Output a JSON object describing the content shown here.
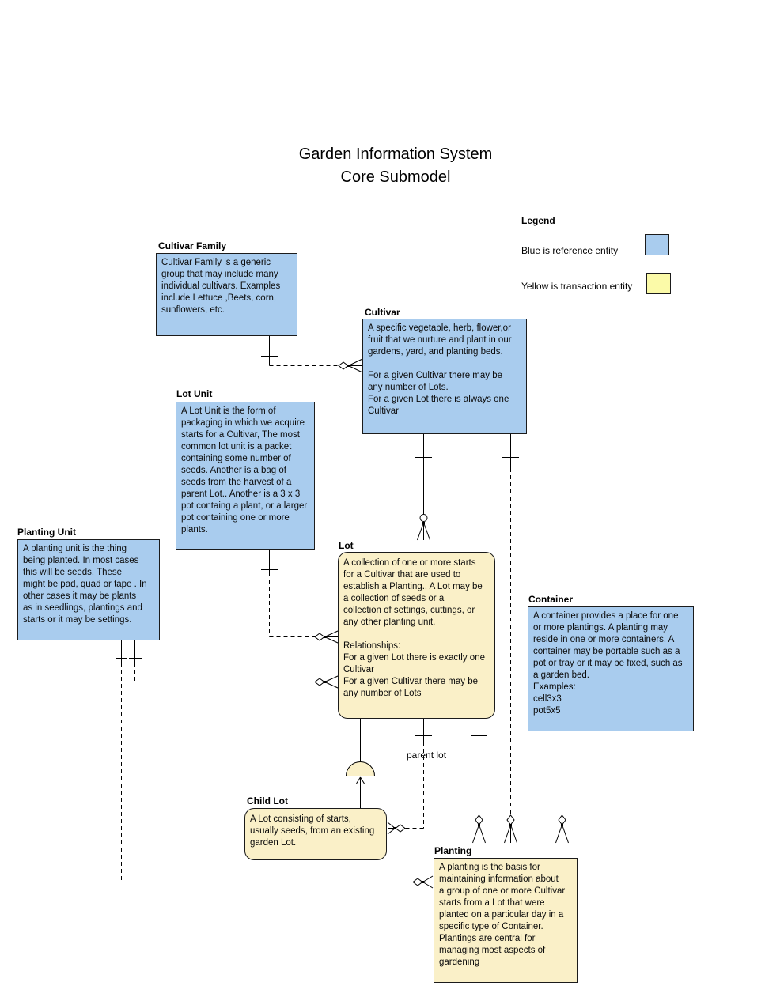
{
  "title": {
    "line1": "Garden Information System",
    "line2": "Core Submodel"
  },
  "legend": {
    "heading": "Legend",
    "items": [
      {
        "label": "Blue is reference entity",
        "color": "#a9ccee"
      },
      {
        "label": "Yellow is transaction entity",
        "color": "#fbfaa8"
      }
    ]
  },
  "colors": {
    "reference_entity_fill": "#a9ccee",
    "transaction_entity_fill": "#faf0c8",
    "line_color": "#000000"
  },
  "entities": {
    "cultivar_family": {
      "name": "Cultivar Family",
      "type": "reference",
      "body": "Cultivar Family is a generic\ngroup that may include many\nindividual cultivars. Examples\ninclude Lettuce ,Beets, corn,\nsunflowers, etc."
    },
    "cultivar": {
      "name": "Cultivar",
      "type": "reference",
      "body": "A specific vegetable, herb, flower,or\nfruit that we nurture and plant in our\ngardens, yard, and planting beds.\n\nFor a given Cultivar there may be\nany number of  Lots.\nFor a given  Lot there is always one\nCultivar"
    },
    "lot_unit": {
      "name": "Lot Unit",
      "type": "reference",
      "body": "A Lot Unit is the form of\npackaging in which we acquire\nstarts for a Cultivar, The most\ncommon lot unit is a packet\ncontaining some number of\nseeds. Another is a bag of\nseeds from the harvest of a\nparent Lot.. Another is a 3 x 3\npot containg a plant, or a larger\npot containing one or more\nplants."
    },
    "planting_unit": {
      "name": "Planting Unit",
      "type": "reference",
      "body": "A planting unit is the thing\nbeing planted.  In most cases\nthis will be seeds.  These\nmight be pad, quad or tape .  In\nother cases it may be plants\nas in seedlings, plantings and\nstarts or it may be settings."
    },
    "lot": {
      "name": "Lot",
      "type": "transaction",
      "body": "A collection of one or more starts\nfor  a Cultivar  that are used to\nestablish a Planting.. A Lot may be\na collection of seeds or a\ncollection of settings, cuttings, or\nany other planting unit.\n\nRelationships:\nFor a given  Lot there is exactly one\nCultivar\nFor a given Cultivar there may be\nany number of  Lots"
    },
    "container": {
      "name": "Container",
      "type": "reference",
      "body": "A container provides a place for one\nor more plantings. A planting may\nreside in one or more containers. A\ncontainer may be portable such as a\npot or tray or it may be fixed, such as\na garden bed.\nExamples:\n  cell3x3\n  pot5x5"
    },
    "child_lot": {
      "name": "Child Lot",
      "type": "transaction",
      "body": "A Lot consisting of starts,\nusually seeds, from an existing\ngarden Lot."
    },
    "planting": {
      "name": "Planting",
      "type": "transaction",
      "body": " A planting  is  the  basis for\nmaintaining information about\na group of one or more Cultivar\nstarts from a Lot that were\nplanted on a particular day in a\nspecific type of Container.\nPlantings are central for\nmanaging most aspects of\ngardening"
    }
  },
  "connector_labels": {
    "parent_lot": "parent lot"
  }
}
